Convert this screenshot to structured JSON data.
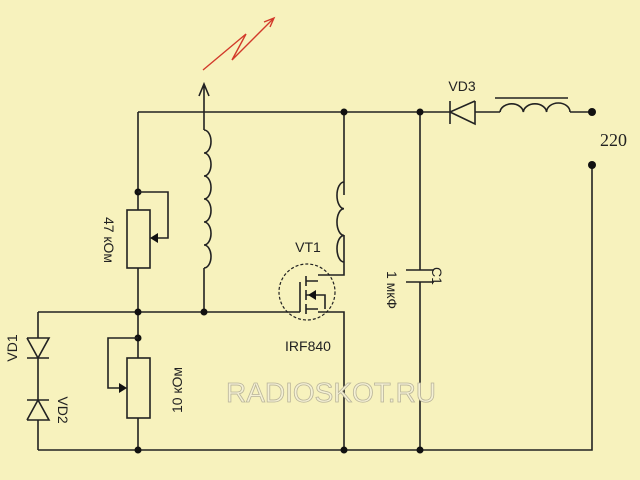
{
  "labels": {
    "vd3": "VD3",
    "voltage": "220",
    "r1": "47 кОм",
    "r2": "10 кОм",
    "vt1": "VT1",
    "transistor_model": "IRF840",
    "c1": "C1",
    "c1_value": "1 мкФ",
    "vd1": "VD1",
    "vd2": "VD2"
  },
  "watermark": "RADIOSKOT.RU",
  "colors": {
    "background": "#f7f2bd",
    "wire": "#222222",
    "emission_arrow": "#d23a2a"
  }
}
